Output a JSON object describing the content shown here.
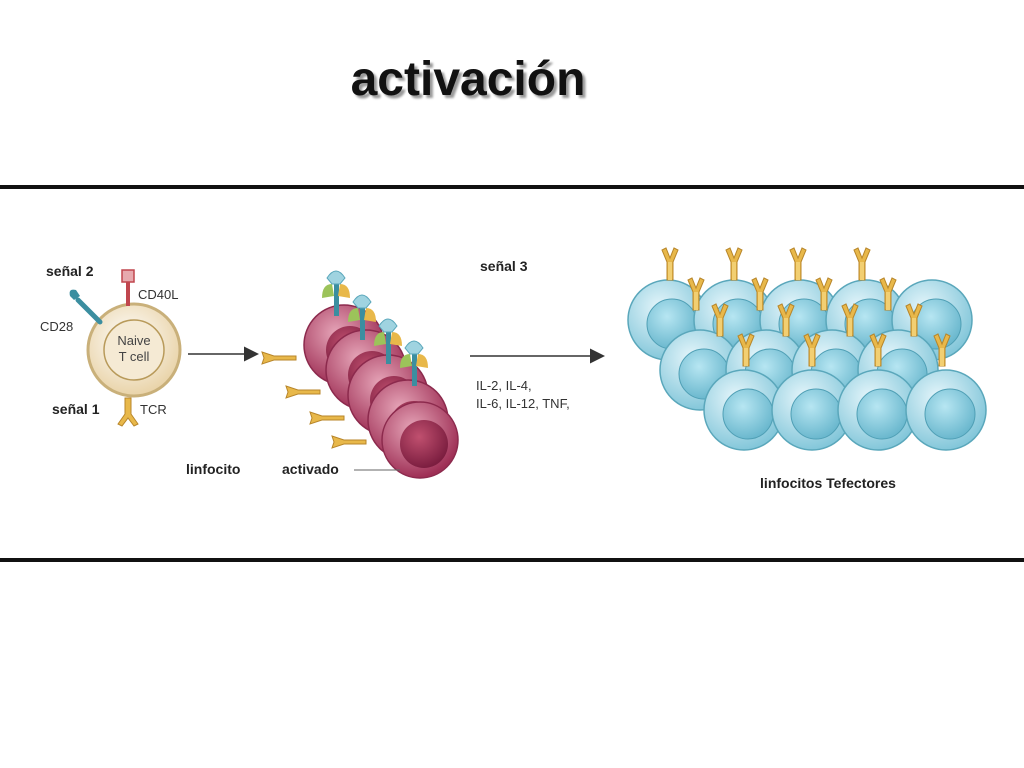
{
  "slide": {
    "title": "activación"
  },
  "diagram": {
    "naive_cell": {
      "line1": "Naive",
      "line2": "T cell",
      "signal1_label": "señal 1",
      "signal2_label": "señal 2",
      "cd28_label": "CD28",
      "cd40l_label": "CD40L",
      "tcr_label": "TCR"
    },
    "activated": {
      "label_left": "linfocito",
      "label_right": "activado"
    },
    "signal3": {
      "label": "señal 3",
      "cytokines_line1": "IL-2, IL-4,",
      "cytokines_line2": "IL-6, IL-12, TNF,"
    },
    "effectors": {
      "label": "linfocitos Tefectores"
    },
    "colors": {
      "naive_fill": "#f3e3c3",
      "activated_fill": "#b5486c",
      "effector_fill": "#a9dbe8",
      "receptor_yellow": "#e8b84a",
      "receptor_green": "#9cc35a",
      "receptor_cyan": "#9fd3e0",
      "cd28_teal": "#3b8ea0",
      "cd40l_red": "#c0464e"
    }
  }
}
